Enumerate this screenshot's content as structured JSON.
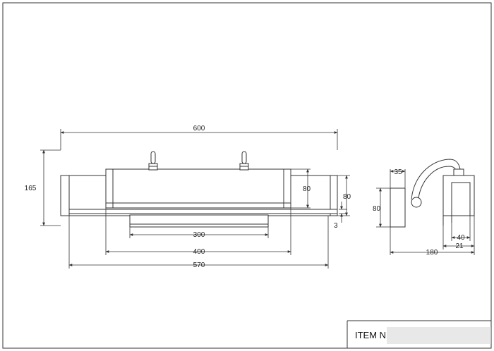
{
  "front_view": {
    "width_overall": "600",
    "height_overall": "165",
    "head_height": "80",
    "body_height": "80",
    "offset": "3",
    "diffuser_width": "300",
    "head_width": "400",
    "body_width": "570"
  },
  "side_view": {
    "arm_offset": "35",
    "backplate_height": "80",
    "depth": "180",
    "head_depth_a": "40",
    "head_depth_b": "21"
  },
  "title_block": {
    "item_no_label": "ITEM N"
  }
}
